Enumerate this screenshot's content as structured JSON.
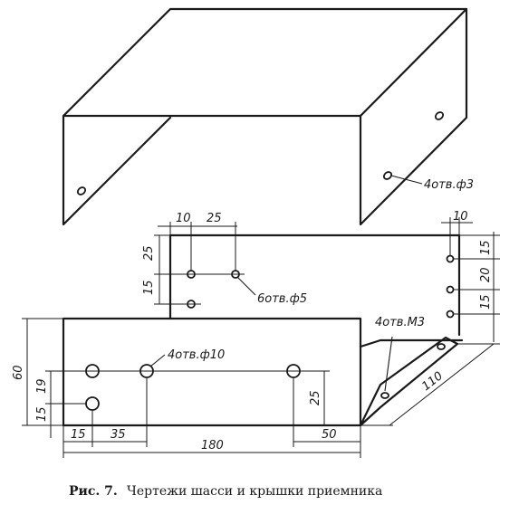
{
  "caption": {
    "prefix": "Рис. 7.",
    "text": "Чертежи шасси и крышки приемника"
  },
  "cover": {
    "hole_label": "4отв.ф3"
  },
  "chassis": {
    "top_holes_label": "6отв.ф5",
    "front_holes_label": "4отв.ф10",
    "side_holes_label": "4отв.М3",
    "dims": {
      "top_h_10": "10",
      "top_h_25": "25",
      "top_v_25": "25",
      "top_v_15": "15",
      "right_h_10": "10",
      "right_v_15a": "15",
      "right_v_20": "20",
      "right_v_15b": "15",
      "height_60": "60",
      "left_v_19": "19",
      "left_v_15": "15",
      "front_v_25": "25",
      "bottom_15": "15",
      "bottom_35": "35",
      "bottom_180": "180",
      "bottom_50": "50",
      "depth_110": "110"
    }
  }
}
